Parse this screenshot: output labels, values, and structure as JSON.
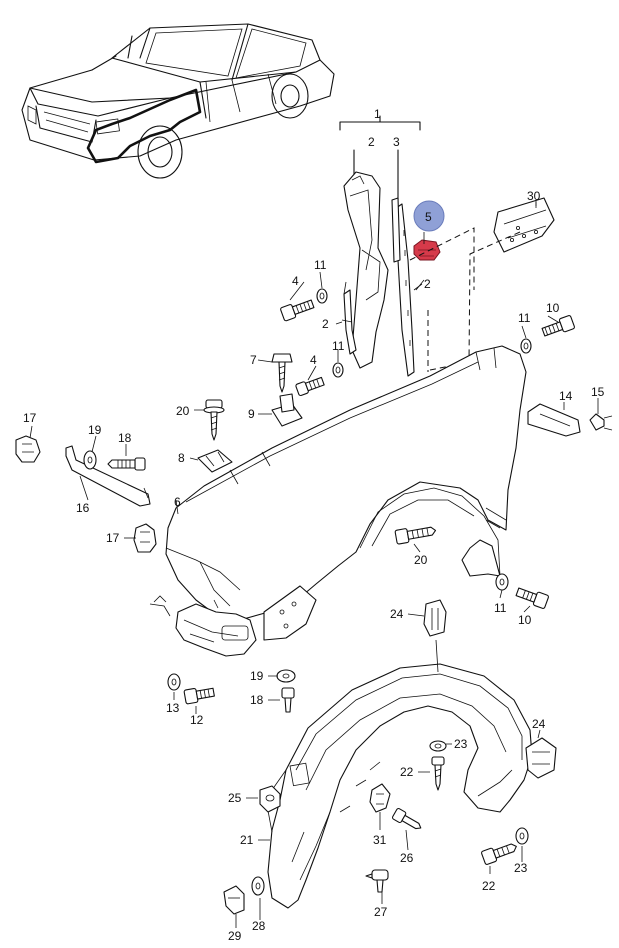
{
  "diagram": {
    "highlight_color": "#8fa0d6",
    "highlight_part_color": "#d63a4a",
    "callouts": [
      {
        "id": "c1",
        "label": "1"
      },
      {
        "id": "c2a",
        "label": "2"
      },
      {
        "id": "c3",
        "label": "3"
      },
      {
        "id": "c5",
        "label": "5",
        "highlighted": true
      },
      {
        "id": "c30",
        "label": "30"
      },
      {
        "id": "c11a",
        "label": "11"
      },
      {
        "id": "c4a",
        "label": "4"
      },
      {
        "id": "c2b",
        "label": "2"
      },
      {
        "id": "c2c",
        "label": "2"
      },
      {
        "id": "c10a",
        "label": "10"
      },
      {
        "id": "c11b",
        "label": "11"
      },
      {
        "id": "c11c",
        "label": "11"
      },
      {
        "id": "c7",
        "label": "7"
      },
      {
        "id": "c4b",
        "label": "4"
      },
      {
        "id": "c20a",
        "label": "20"
      },
      {
        "id": "c9",
        "label": "9"
      },
      {
        "id": "c14",
        "label": "14"
      },
      {
        "id": "c15",
        "label": "15"
      },
      {
        "id": "c17a",
        "label": "17"
      },
      {
        "id": "c19a",
        "label": "19"
      },
      {
        "id": "c18a",
        "label": "18"
      },
      {
        "id": "c8",
        "label": "8"
      },
      {
        "id": "c16",
        "label": "16"
      },
      {
        "id": "c6",
        "label": "6"
      },
      {
        "id": "c17b",
        "label": "17"
      },
      {
        "id": "c20b",
        "label": "20"
      },
      {
        "id": "c11d",
        "label": "11"
      },
      {
        "id": "c10b",
        "label": "10"
      },
      {
        "id": "c24a",
        "label": "24"
      },
      {
        "id": "c19b",
        "label": "19"
      },
      {
        "id": "c13",
        "label": "13"
      },
      {
        "id": "c12",
        "label": "12"
      },
      {
        "id": "c18b",
        "label": "18"
      },
      {
        "id": "c24b",
        "label": "24"
      },
      {
        "id": "c23a",
        "label": "23"
      },
      {
        "id": "c22a",
        "label": "22"
      },
      {
        "id": "c25",
        "label": "25"
      },
      {
        "id": "c21",
        "label": "21"
      },
      {
        "id": "c31",
        "label": "31"
      },
      {
        "id": "c26",
        "label": "26"
      },
      {
        "id": "c23b",
        "label": "23"
      },
      {
        "id": "c22b",
        "label": "22"
      },
      {
        "id": "c27",
        "label": "27"
      },
      {
        "id": "c28",
        "label": "28"
      },
      {
        "id": "c29",
        "label": "29"
      }
    ]
  }
}
